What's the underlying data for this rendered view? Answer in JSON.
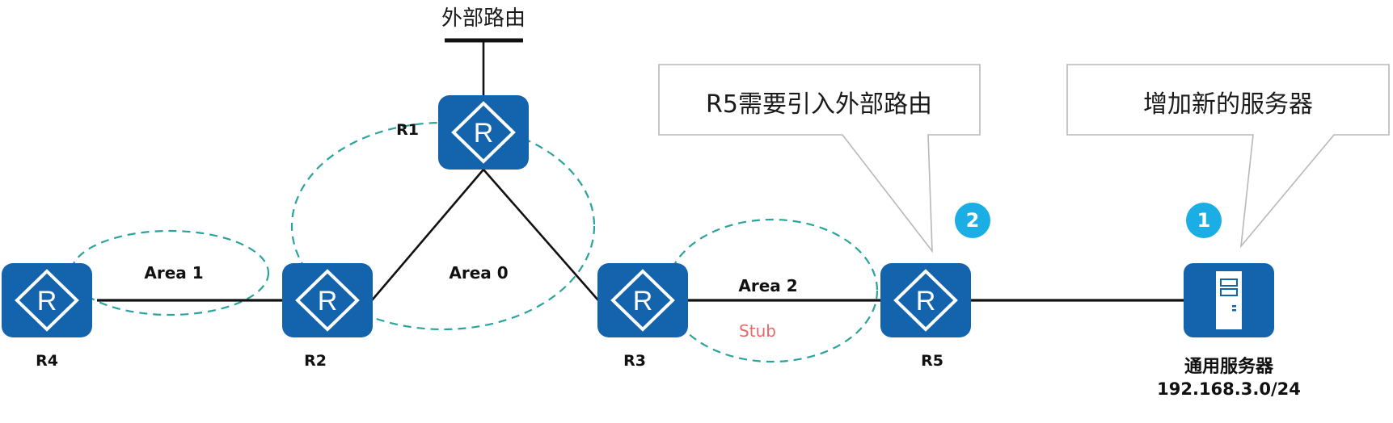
{
  "diagram": {
    "external_route_label": "外部路由",
    "routers": [
      {
        "id": "R1",
        "label": "R1",
        "icon": "router-icon"
      },
      {
        "id": "R2",
        "label": "R2",
        "icon": "router-icon"
      },
      {
        "id": "R3",
        "label": "R3",
        "icon": "router-icon"
      },
      {
        "id": "R4",
        "label": "R4",
        "icon": "router-icon"
      },
      {
        "id": "R5",
        "label": "R5",
        "icon": "router-icon"
      }
    ],
    "server": {
      "name": "通用服务器",
      "network": "192.168.3.0/24",
      "icon": "server-icon"
    },
    "areas": [
      {
        "id": "area1",
        "label": "Area 1",
        "members": [
          "R4",
          "R2"
        ]
      },
      {
        "id": "area0",
        "label": "Area 0",
        "members": [
          "R1",
          "R2",
          "R3"
        ]
      },
      {
        "id": "area2",
        "label": "Area 2",
        "type_label": "Stub",
        "members": [
          "R3",
          "R5"
        ]
      }
    ],
    "links": [
      [
        "R1",
        "external"
      ],
      [
        "R4",
        "R2"
      ],
      [
        "R2",
        "R1"
      ],
      [
        "R1",
        "R3"
      ],
      [
        "R3",
        "R5"
      ],
      [
        "R5",
        "server"
      ]
    ],
    "callouts": [
      {
        "id": "callout-r5",
        "text": "R5需要引入外部路由",
        "badge": "2",
        "target": "R5"
      },
      {
        "id": "callout-server",
        "text": "增加新的服务器",
        "badge": "1",
        "target": "server"
      }
    ],
    "colors": {
      "device_blue": "#1463ad",
      "area_dash": "#2aa39b",
      "badge_blue": "#1aaee5",
      "stub_red": "#e56a67",
      "callout_border": "#b8b8b8"
    }
  }
}
